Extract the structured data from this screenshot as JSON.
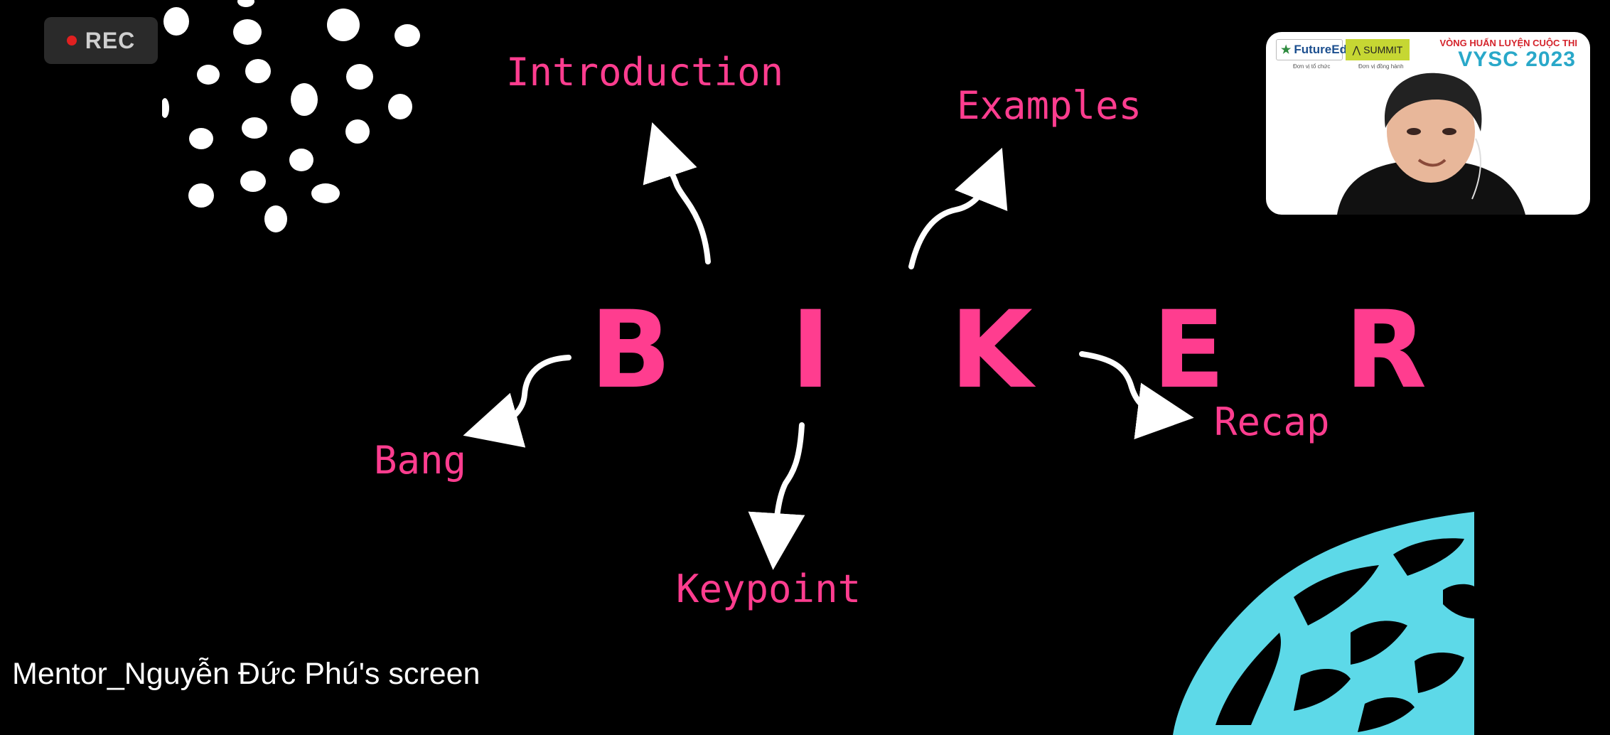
{
  "recording": {
    "label": "REC"
  },
  "slide": {
    "title": "B I K E R",
    "branches": {
      "introduction": "Introduction",
      "examples": "Examples",
      "recap": "Recap",
      "bang": "Bang",
      "keypoint": "Keypoint"
    }
  },
  "video_tile": {
    "logo_primary": "FutureEd",
    "logo_primary_sub": "Đơn vị tổ chức",
    "logo_partner": "SUMMIT",
    "logo_partner_sub": "Đơn vị đồng hành",
    "contest_line": "VÒNG HUẤN LUYỆN CUỘC THI",
    "contest_name": "VYSC 2023"
  },
  "share": {
    "owner_label": "Mentor_Nguyễn Đức Phú's screen"
  },
  "colors": {
    "accent_pink": "#ff3d8f",
    "blob_cyan": "#5dd9e8",
    "background": "#000000"
  },
  "icons": {
    "record_indicator": "record-dot-icon"
  }
}
